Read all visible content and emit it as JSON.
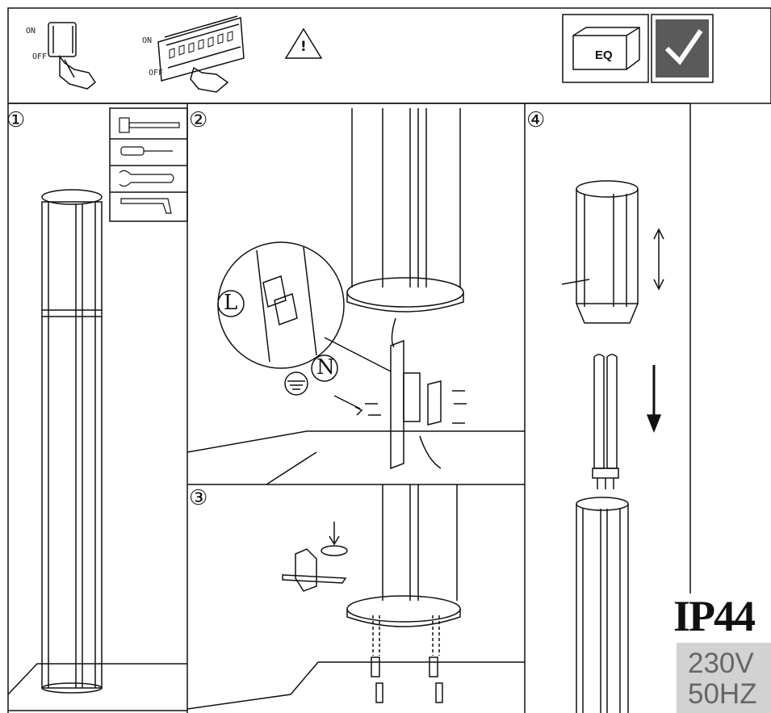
{
  "header": {
    "switch_single": {
      "on": "ON",
      "off": "OFF"
    },
    "switch_panel": {
      "on": "ON",
      "off": "OFF"
    },
    "warning_symbol": "!",
    "eq_label": "EQ",
    "check_icon": "checkmark-icon"
  },
  "steps": {
    "step1": "①",
    "step2": "②",
    "step3": "③",
    "step4": "④"
  },
  "wiring": {
    "live": "L",
    "neutral": "N",
    "earth_icon": "earth-ground-icon"
  },
  "tools": [
    "cable-tie-icon",
    "screwdriver-icon",
    "wrench-icon",
    "hex-key-icon"
  ],
  "rating": {
    "ip": "IP44",
    "voltage": "230V",
    "frequency": "50HZ"
  },
  "colors": {
    "line": "#111111",
    "voltage_badge": "#d2d2d2",
    "voltage_text": "#666666",
    "check_box": "#5a5a5a"
  }
}
